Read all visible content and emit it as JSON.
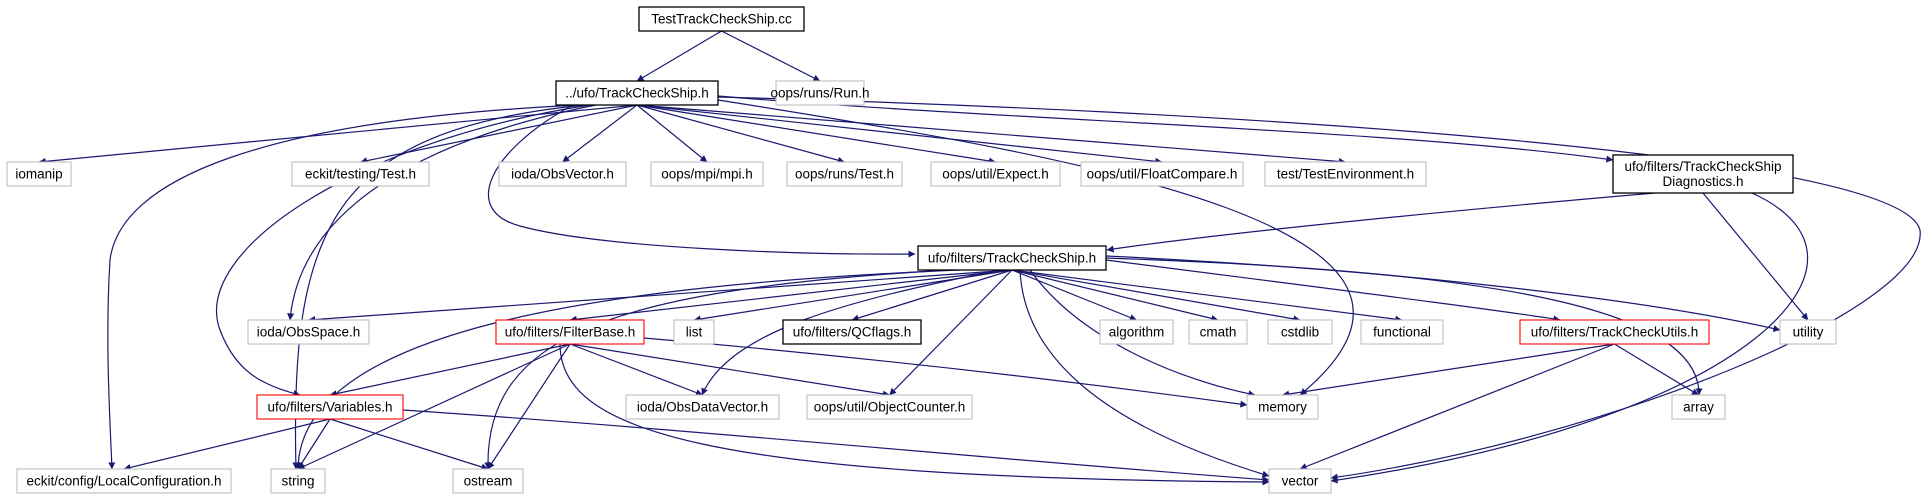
{
  "colors": {
    "edge": "#191970",
    "highlighted_border": "#000000",
    "highlighted_fill": "#bfbfbf",
    "internal_border": "#000000",
    "external_border": "#bfbfbf",
    "truncated_border": "#ff0000"
  },
  "nodes": [
    {
      "id": "root",
      "label": "TestTrackCheckShip.cc",
      "kind": "highlighted"
    },
    {
      "id": "tcs_test",
      "label": "../ufo/TrackCheckShip.h",
      "kind": "internal"
    },
    {
      "id": "oops_run",
      "label": "oops/runs/Run.h",
      "kind": "external"
    },
    {
      "id": "iomanip",
      "label": "iomanip",
      "kind": "external"
    },
    {
      "id": "eckit_test",
      "label": "eckit/testing/Test.h",
      "kind": "external"
    },
    {
      "id": "obsvector",
      "label": "ioda/ObsVector.h",
      "kind": "external"
    },
    {
      "id": "mpi",
      "label": "oops/mpi/mpi.h",
      "kind": "external"
    },
    {
      "id": "runs_test",
      "label": "oops/runs/Test.h",
      "kind": "external"
    },
    {
      "id": "expect",
      "label": "oops/util/Expect.h",
      "kind": "external"
    },
    {
      "id": "floatcompare",
      "label": "oops/util/FloatCompare.h",
      "kind": "external"
    },
    {
      "id": "testenv",
      "label": "test/TestEnvironment.h",
      "kind": "external"
    },
    {
      "id": "diag",
      "label": [
        "ufo/filters/TrackCheckShip",
        "Diagnostics.h"
      ],
      "kind": "internal"
    },
    {
      "id": "tcs",
      "label": "ufo/filters/TrackCheckShip.h",
      "kind": "internal"
    },
    {
      "id": "obsspace",
      "label": "ioda/ObsSpace.h",
      "kind": "external"
    },
    {
      "id": "filterbase",
      "label": "ufo/filters/FilterBase.h",
      "kind": "truncated"
    },
    {
      "id": "list",
      "label": "list",
      "kind": "external"
    },
    {
      "id": "qcflags",
      "label": "ufo/filters/QCflags.h",
      "kind": "internal"
    },
    {
      "id": "algorithm",
      "label": "algorithm",
      "kind": "external"
    },
    {
      "id": "cmath",
      "label": "cmath",
      "kind": "external"
    },
    {
      "id": "cstdlib",
      "label": "cstdlib",
      "kind": "external"
    },
    {
      "id": "functional",
      "label": "functional",
      "kind": "external"
    },
    {
      "id": "tcutils",
      "label": "ufo/filters/TrackCheckUtils.h",
      "kind": "truncated"
    },
    {
      "id": "utility",
      "label": "utility",
      "kind": "external"
    },
    {
      "id": "variables",
      "label": "ufo/filters/Variables.h",
      "kind": "truncated"
    },
    {
      "id": "obsdatavector",
      "label": "ioda/ObsDataVector.h",
      "kind": "external"
    },
    {
      "id": "objectcounter",
      "label": "oops/util/ObjectCounter.h",
      "kind": "external"
    },
    {
      "id": "memory",
      "label": "memory",
      "kind": "external"
    },
    {
      "id": "array",
      "label": "array",
      "kind": "external"
    },
    {
      "id": "localconfig",
      "label": "eckit/config/LocalConfiguration.h",
      "kind": "external"
    },
    {
      "id": "string",
      "label": "string",
      "kind": "external"
    },
    {
      "id": "ostream",
      "label": "ostream",
      "kind": "external"
    },
    {
      "id": "vector",
      "label": "vector",
      "kind": "external"
    }
  ],
  "edges": [
    [
      "root",
      "tcs_test"
    ],
    [
      "root",
      "oops_run"
    ],
    [
      "tcs_test",
      "iomanip"
    ],
    [
      "tcs_test",
      "eckit_test"
    ],
    [
      "tcs_test",
      "obsvector"
    ],
    [
      "tcs_test",
      "mpi"
    ],
    [
      "tcs_test",
      "runs_test"
    ],
    [
      "tcs_test",
      "expect"
    ],
    [
      "tcs_test",
      "floatcompare"
    ],
    [
      "tcs_test",
      "testenv"
    ],
    [
      "tcs_test",
      "diag"
    ],
    [
      "tcs_test",
      "tcs"
    ],
    [
      "tcs_test",
      "obsspace"
    ],
    [
      "tcs_test",
      "variables"
    ],
    [
      "tcs_test",
      "localconfig"
    ],
    [
      "tcs_test",
      "string"
    ],
    [
      "tcs_test",
      "memory"
    ],
    [
      "tcs_test",
      "vector"
    ],
    [
      "diag",
      "tcs"
    ],
    [
      "diag",
      "utility"
    ],
    [
      "diag",
      "vector"
    ],
    [
      "tcs",
      "obsspace"
    ],
    [
      "tcs",
      "filterbase"
    ],
    [
      "tcs",
      "list"
    ],
    [
      "tcs",
      "qcflags"
    ],
    [
      "tcs",
      "algorithm"
    ],
    [
      "tcs",
      "cmath"
    ],
    [
      "tcs",
      "cstdlib"
    ],
    [
      "tcs",
      "functional"
    ],
    [
      "tcs",
      "tcutils"
    ],
    [
      "tcs",
      "utility"
    ],
    [
      "tcs",
      "array"
    ],
    [
      "tcs",
      "obsdatavector"
    ],
    [
      "tcs",
      "objectcounter"
    ],
    [
      "tcs",
      "memory"
    ],
    [
      "tcs",
      "vector"
    ],
    [
      "tcs",
      "string"
    ],
    [
      "tcs",
      "ostream"
    ],
    [
      "filterbase",
      "variables"
    ],
    [
      "filterbase",
      "obsdatavector"
    ],
    [
      "filterbase",
      "objectcounter"
    ],
    [
      "filterbase",
      "memory"
    ],
    [
      "filterbase",
      "string"
    ],
    [
      "filterbase",
      "ostream"
    ],
    [
      "filterbase",
      "vector"
    ],
    [
      "tcutils",
      "memory"
    ],
    [
      "tcutils",
      "array"
    ],
    [
      "tcutils",
      "vector"
    ],
    [
      "variables",
      "localconfig"
    ],
    [
      "variables",
      "string"
    ],
    [
      "variables",
      "ostream"
    ],
    [
      "variables",
      "vector"
    ]
  ]
}
